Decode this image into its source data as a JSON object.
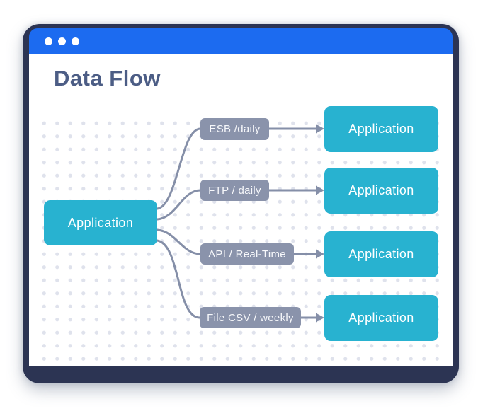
{
  "title": "Data Flow",
  "window": {
    "type": "browser-mockup",
    "titlebar_control_dots": 3
  },
  "diagram": {
    "source": {
      "label": "Application"
    },
    "flows": [
      {
        "label": "ESB /daily",
        "target": "Application"
      },
      {
        "label": "FTP / daily",
        "target": "Application"
      },
      {
        "label": "API / Real-Time",
        "target": "Application"
      },
      {
        "label": "File CSV / weekly",
        "target": "Application"
      }
    ]
  },
  "colors": {
    "titlebar_blue": "#1c6bf0",
    "frame_navy": "#2c3453",
    "node_teal": "#28b2d0",
    "label_gray": "#8a93ab",
    "connector_gray": "#858fa8",
    "title_text": "#4c5d85",
    "dot_grid": "#dfe2ec"
  }
}
